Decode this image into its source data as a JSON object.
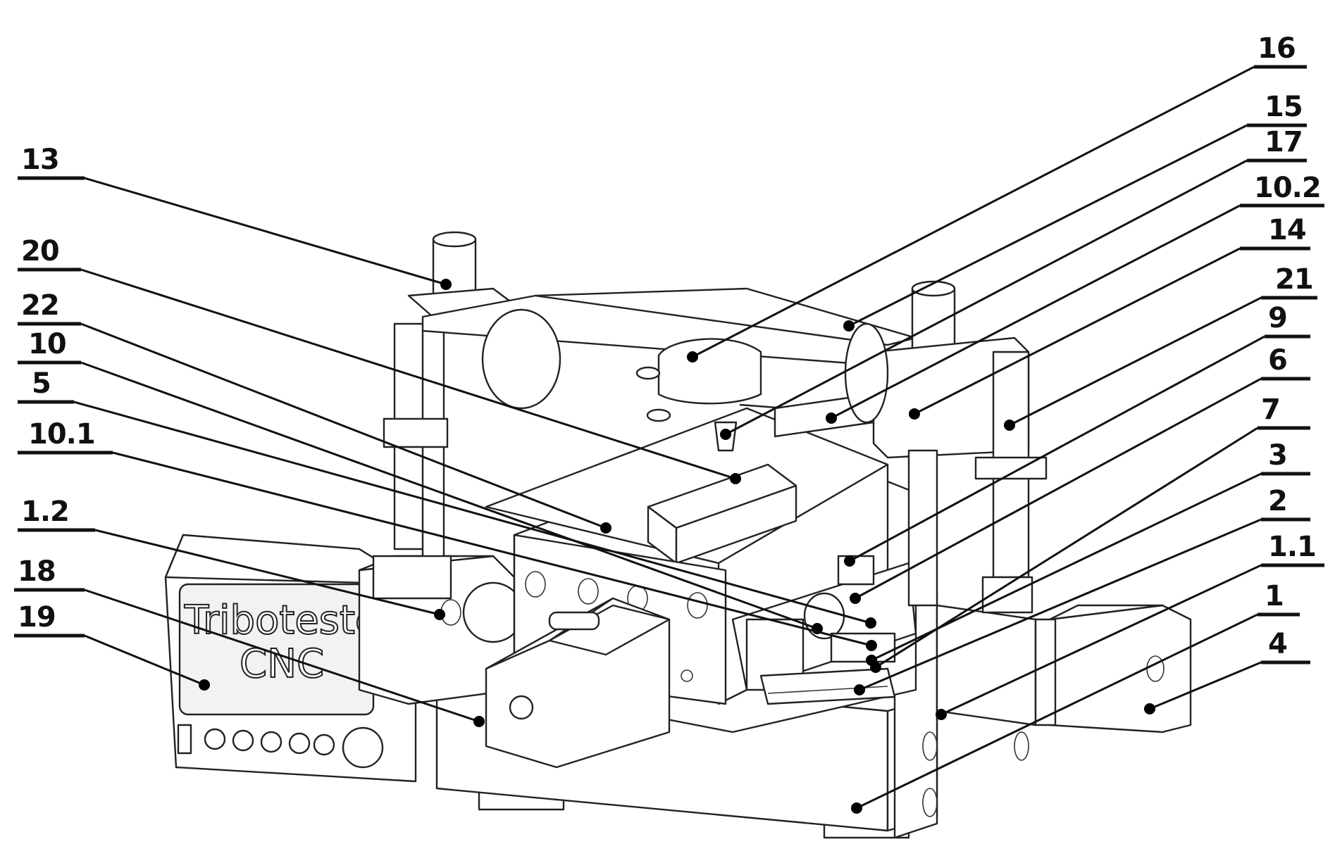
{
  "brand": {
    "line1": "Tribotester",
    "line2": "CNC"
  },
  "labels": [
    "16",
    "15",
    "17",
    "13",
    "10.2",
    "14",
    "20",
    "21",
    "22",
    "9",
    "10",
    "6",
    "5",
    "10.1",
    "7",
    "3",
    "1.2",
    "2",
    "18",
    "1.1",
    "19",
    "1",
    "4"
  ]
}
